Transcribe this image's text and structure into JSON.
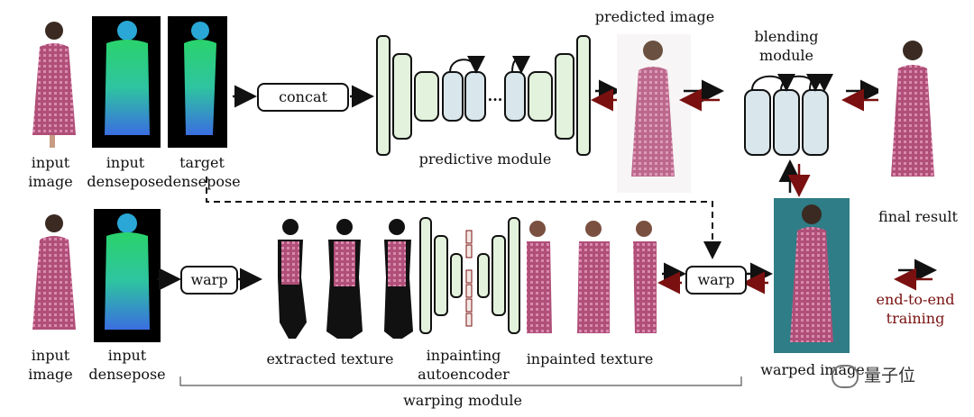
{
  "labels": {
    "input_image": "input\nimage",
    "input_densepose": "input\ndensepose",
    "target_densepose": "target\ndensepose",
    "concat": "concat",
    "predictive_module": "predictive module",
    "predicted_image": "predicted image",
    "blending_module": "blending\nmodule",
    "final_result": "final result",
    "warp": "warp",
    "extracted_texture": "extracted texture",
    "inpainting_autoencoder": "inpainting\nautoencoder",
    "inpainted_texture": "inpainted texture",
    "warped_image": "warped image",
    "warping_module": "warping module",
    "end_to_end_training": "end-to-end\ntraining",
    "dots": "..."
  },
  "watermark": {
    "text": "量子位"
  },
  "colors": {
    "layer_green": "#e3f2dc",
    "layer_blue": "#d9e6ec",
    "layer_red": "#f3e7e3",
    "arrow_black": "#111111",
    "arrow_red": "#7a1010",
    "teal_bg": "#2f7d86",
    "dress": "#b0507a"
  }
}
